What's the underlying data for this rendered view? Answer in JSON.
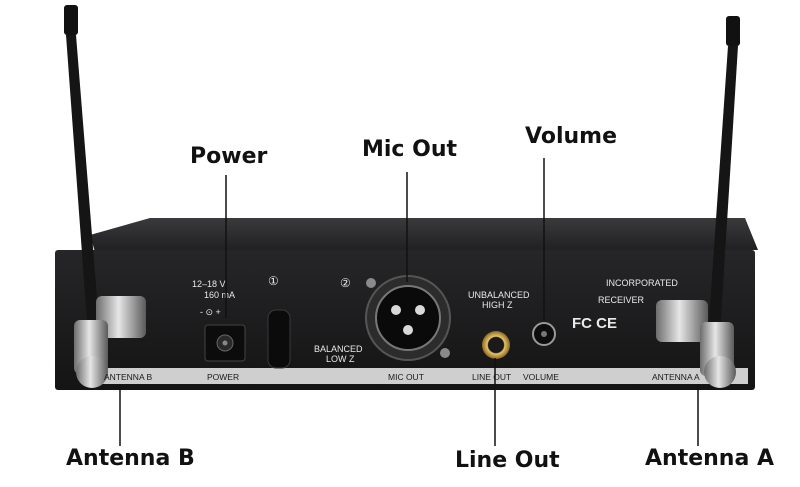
{
  "callouts": {
    "power": "Power",
    "mic_out": "Mic Out",
    "volume": "Volume",
    "antenna_b": "Antenna B",
    "line_out": "Line Out",
    "antenna_a": "Antenna A"
  },
  "panel": {
    "power_spec_voltage": "12–18 V",
    "power_spec_current": "160 mA",
    "polarity": "- ⊙ +",
    "step_1": "①",
    "step_2": "②",
    "balanced": "BALANCED",
    "low_z": "LOW Z",
    "unbalanced": "UNBALANCED",
    "high_z": "HIGH Z",
    "incorporated": "INCORPORATED",
    "receiver": "RECEIVER",
    "certification_marks": "FC CE"
  },
  "strip_labels": {
    "antenna_b": "ANTENNA B",
    "power": "POWER",
    "mic_out": "MIC OUT",
    "line_out": "LINE OUT",
    "volume": "VOLUME",
    "antenna_a": "ANTENNA A"
  },
  "colors": {
    "chassis": "#1d1d1f",
    "label_strip": "#cfcfcf",
    "jack_gold": "#c9a24a",
    "callout_line": "#111111"
  }
}
